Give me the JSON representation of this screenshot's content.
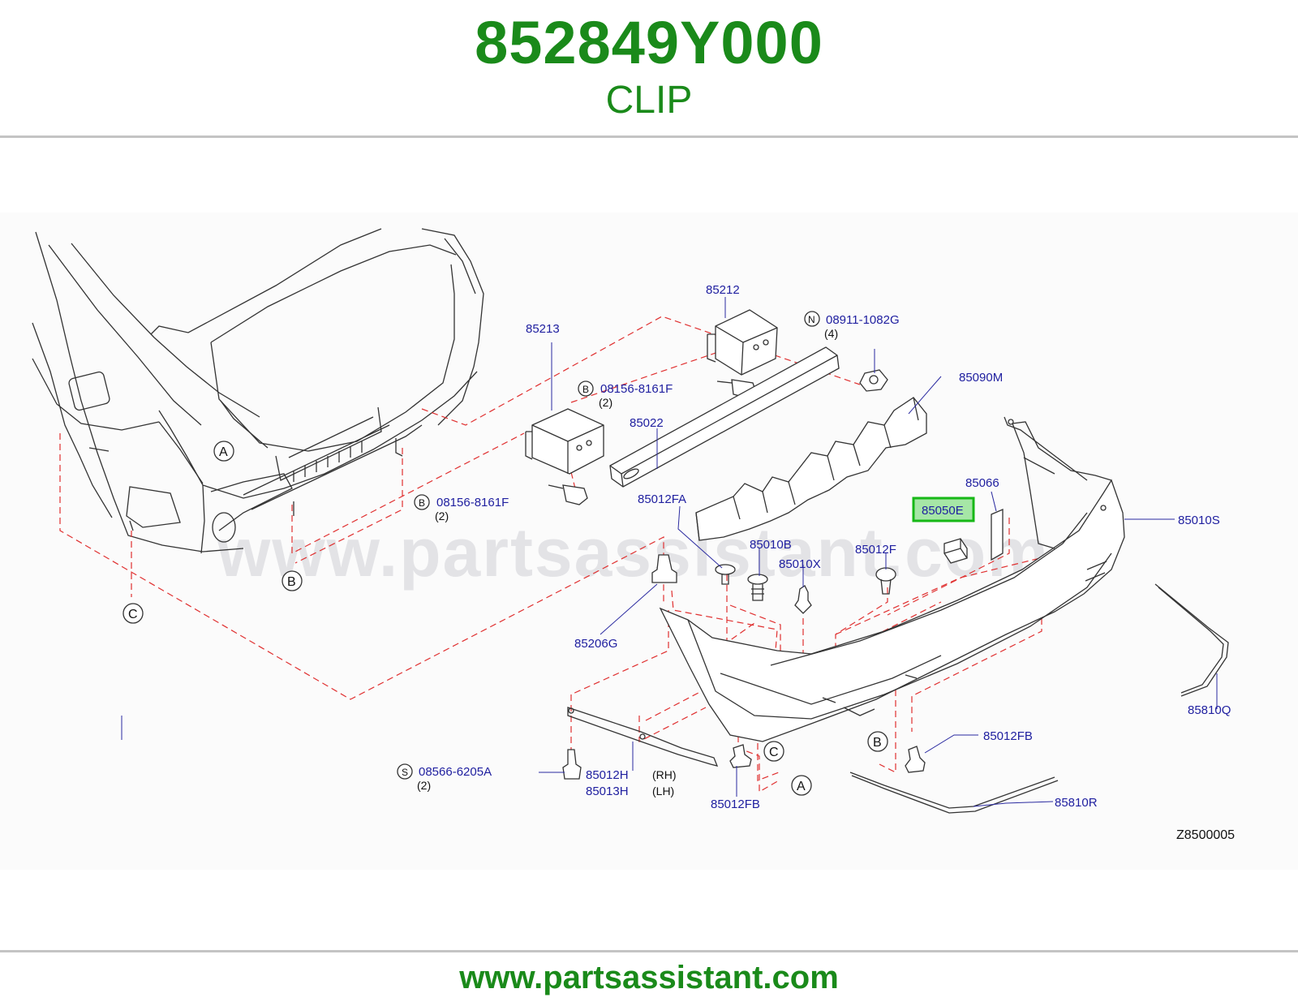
{
  "header": {
    "part_number": "852849Y000",
    "part_name": "CLIP"
  },
  "diagram": {
    "watermark": "www.partsassistant.com",
    "diagram_code": "Z8500005",
    "highlighted_part": "85050E",
    "parts": {
      "p85213": "85213",
      "p85212": "85212",
      "p08911": "08911-1082G",
      "p08911_qty": "(4)",
      "p85090M": "85090M",
      "p08156a": "08156-8161F",
      "p08156a_qty": "(2)",
      "p85022": "85022",
      "p85066": "85066",
      "p85050E": "85050E",
      "p85010S": "85010S",
      "p08156b": "08156-8161F",
      "p08156b_qty": "(2)",
      "p85012FA": "85012FA",
      "p85010B": "85010B",
      "p85012F": "85012F",
      "p85010X": "85010X",
      "p85206G": "85206G",
      "p85810Q": "85810Q",
      "p85012FB_r": "85012FB",
      "p08566": "08566-6205A",
      "p08566_qty": "(2)",
      "p85012H": "85012H",
      "p85013H": "85013H",
      "rh": "(RH)",
      "lh": "(LH)",
      "p85012FB_c": "85012FB",
      "p85810R": "85810R"
    },
    "markers": {
      "N": "N",
      "B": "B",
      "S": "S",
      "A": "A",
      "C": "C"
    }
  },
  "footer": {
    "url": "www.partsassistant.com"
  },
  "colors": {
    "brand_green": "#1a8a1a",
    "part_label_blue": "#2020a0",
    "highlight_green": "#17b817",
    "dashed_red": "#e03030"
  }
}
